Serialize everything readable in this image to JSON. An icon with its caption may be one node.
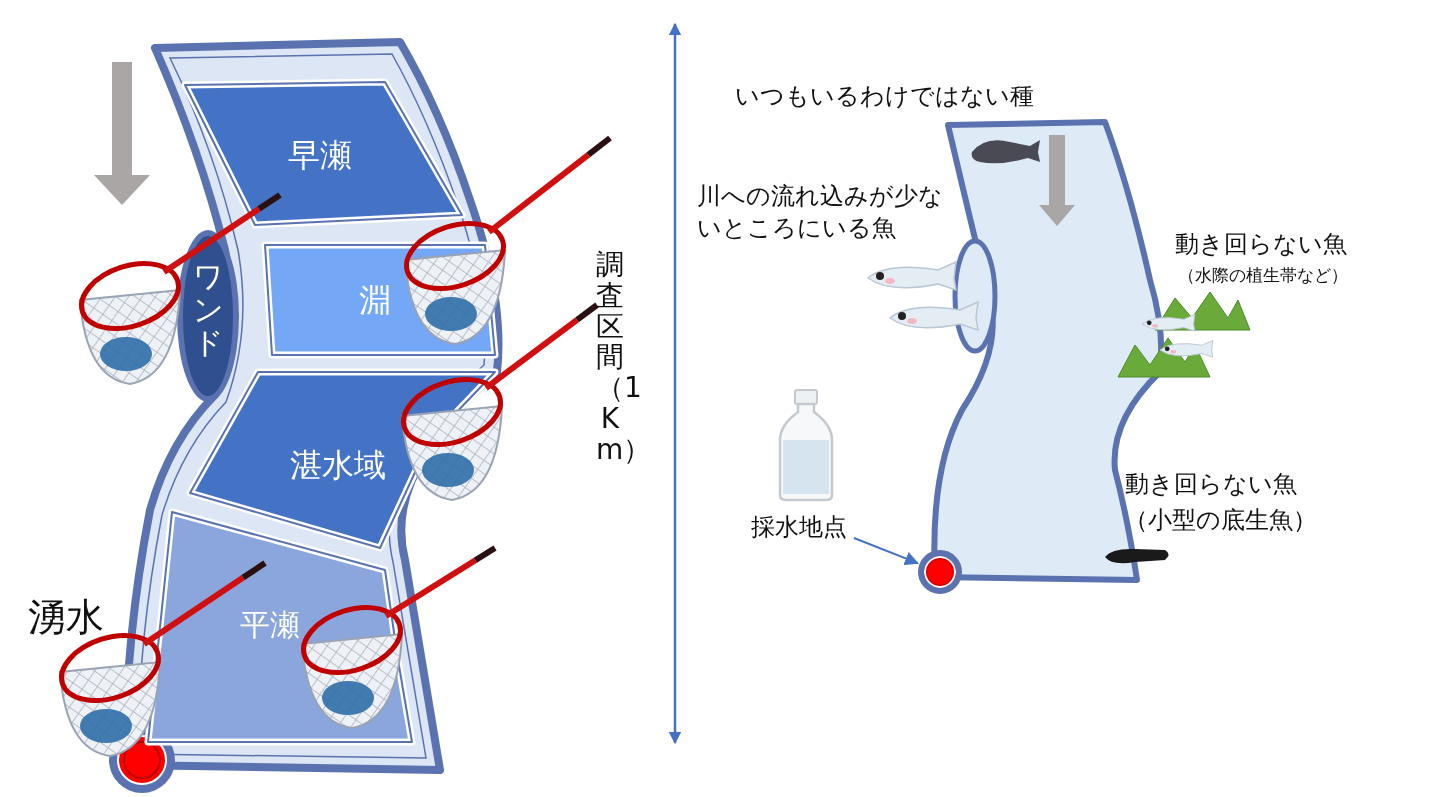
{
  "diagram": {
    "nodes": [
      {
        "text": [
          "早瀬"
        ]
      },
      {
        "text": [
          "ワンド"
        ]
      },
      {
        "text": [
          "淵"
        ]
      },
      {
        "text": [
          "湛水域"
        ]
      },
      {
        "text": [
          "平瀬"
        ]
      },
      {
        "text": [
          "採水地点"
        ]
      },
      {
        "text": [],
        "shape": "circle"
      }
    ],
    "edges": [
      {
        "from": 5,
        "to": 6,
        "arrow": "to"
      }
    ],
    "labels": [
      "湧水",
      "調査区間（1Km）",
      "いつもいるわけではない種",
      "川への流れ込みが少ないところにいる魚",
      "動き回らない魚",
      "（水際の植生帯など）",
      "動き回らない魚",
      "（小型の底生魚）"
    ]
  }
}
